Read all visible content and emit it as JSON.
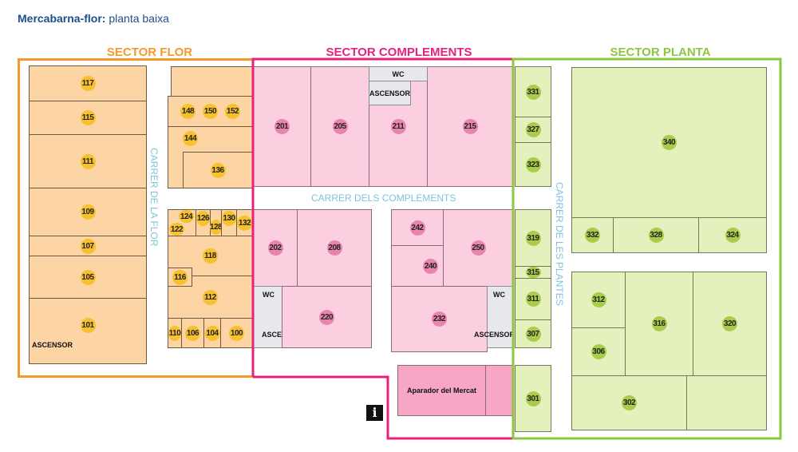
{
  "title": {
    "bold": "Mercabarna-flor:",
    "rest": " planta baixa"
  },
  "sectors": {
    "flor": "SECTOR FLOR",
    "complements": "SECTOR COMPLEMENTS",
    "planta": "SECTOR PLANTA"
  },
  "colors": {
    "flor": "#f39a2b",
    "complements": "#e5237d",
    "planta": "#8cc63f"
  },
  "streets": {
    "flor": "CARRER DE LA FLOR",
    "complements": "CARRER DELS COMPLEMENTS",
    "plantes": "CARRER DE LES PLANTES"
  },
  "labels": {
    "wc": "WC",
    "ascensor": "ASCENSOR",
    "aparador": "Aparador del Mercat",
    "info": "i"
  },
  "stalls": {
    "s117": "117",
    "s115": "115",
    "s111": "111",
    "s109": "109",
    "s107": "107",
    "s105": "105",
    "s101": "101",
    "s148": "148",
    "s150": "150",
    "s152": "152",
    "s144": "144",
    "s136": "136",
    "s122": "122",
    "s124": "124",
    "s126": "126",
    "s128": "128",
    "s130": "130",
    "s132": "132",
    "s118": "118",
    "s116": "116",
    "s112": "112",
    "s110": "110",
    "s106": "106",
    "s104": "104",
    "s100": "100",
    "s201": "201",
    "s205": "205",
    "s211": "211",
    "s215": "215",
    "s202": "202",
    "s208": "208",
    "s220": "220",
    "s242": "242",
    "s240": "240",
    "s250": "250",
    "s232": "232",
    "s331": "331",
    "s327": "327",
    "s323": "323",
    "s319": "319",
    "s315": "315",
    "s311": "311",
    "s307": "307",
    "s301": "301",
    "s340": "340",
    "s332": "332",
    "s328": "328",
    "s324": "324",
    "s312": "312",
    "s306": "306",
    "s316": "316",
    "s320": "320",
    "s302": "302"
  }
}
